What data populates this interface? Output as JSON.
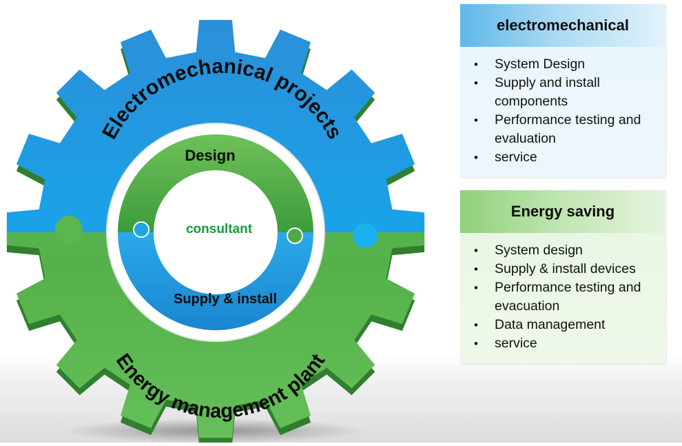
{
  "gear": {
    "outer_top_label": "Electromechanical projects",
    "outer_bottom_label": "Energy management plant",
    "inner_top_label": "Design",
    "inner_bottom_label": "Supply & install",
    "center_label": "consultant"
  },
  "panels": [
    {
      "title": "electromechanical",
      "items": [
        "System Design",
        "Supply and install components",
        "Performance testing and evaluation",
        "service"
      ]
    },
    {
      "title": "Energy saving",
      "items": [
        "System design",
        "Supply & install devices",
        "Performance testing and evacuation",
        "Data management",
        "service"
      ]
    }
  ],
  "colors": {
    "blue": "#1da3e6",
    "green": "#5ab64e",
    "center_text": "#1a9c3a"
  }
}
